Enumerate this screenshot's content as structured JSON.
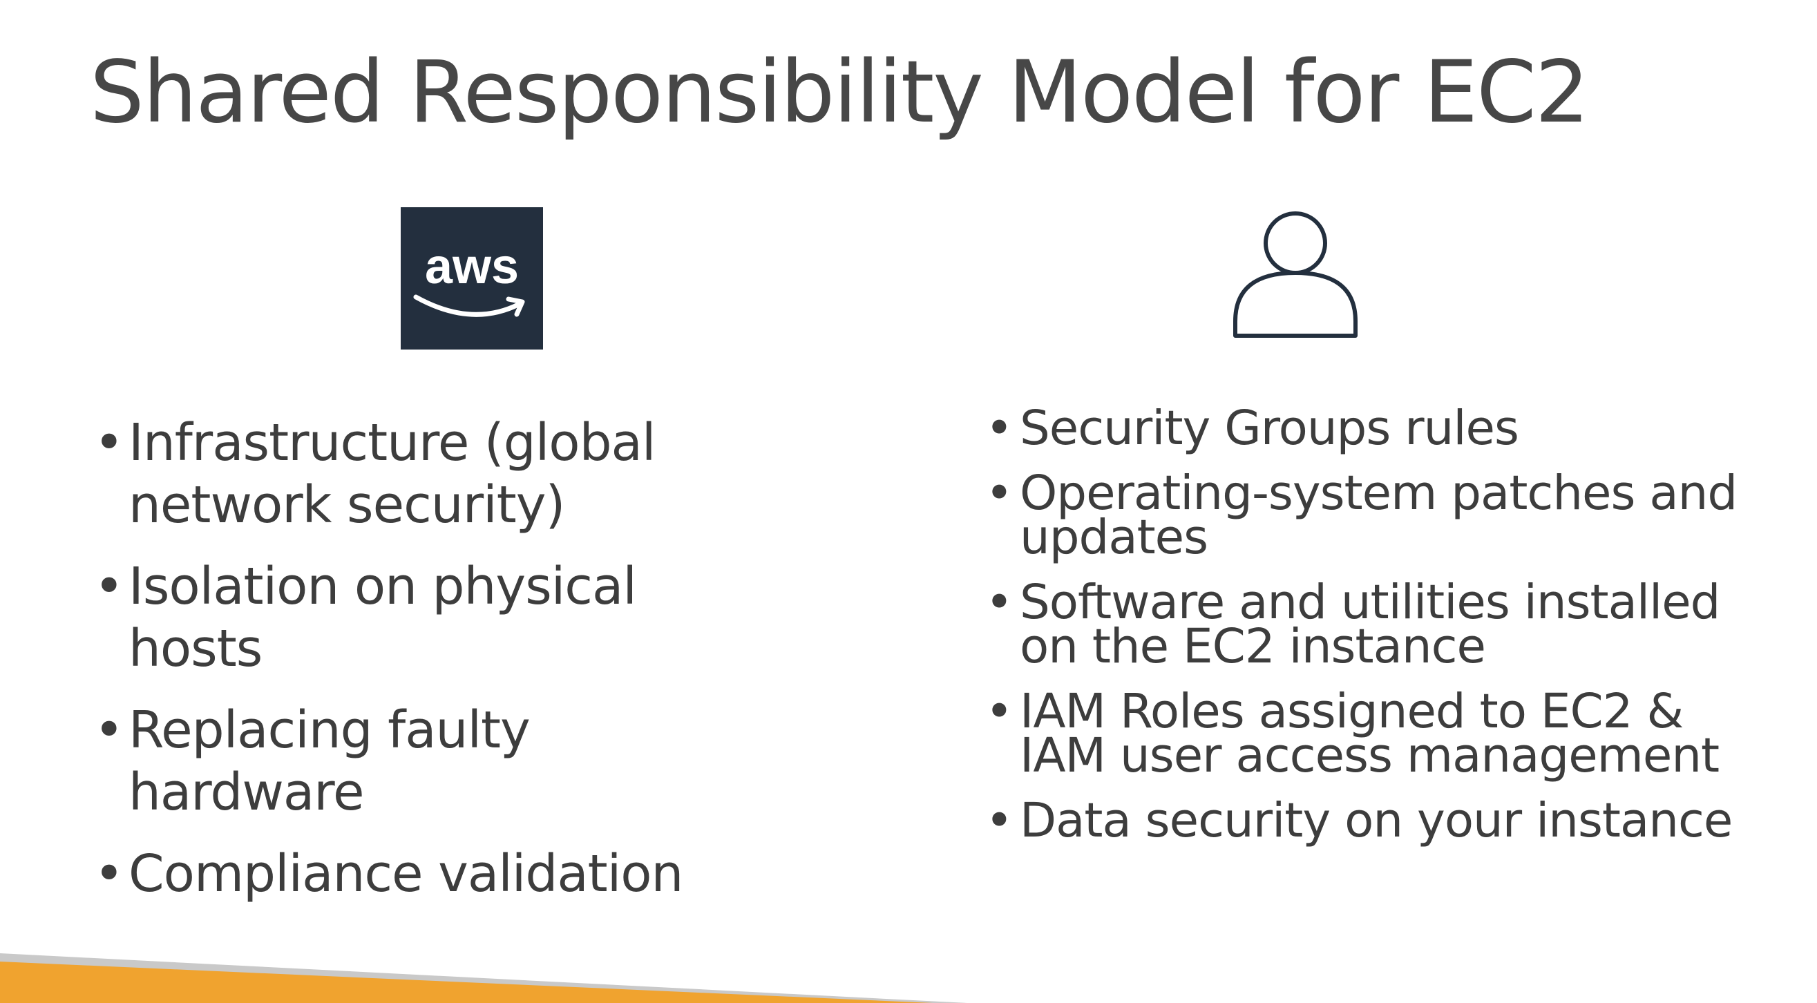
{
  "slide": {
    "title": "Shared Responsibility Model for EC2",
    "aws_logo_text": "aws",
    "left_items": [
      {
        "line1": "Infrastructure (global",
        "line2": "network security)"
      },
      {
        "line1": "Isolation on physical hosts",
        "line2": ""
      },
      {
        "line1": "Replacing faulty hardware",
        "line2": ""
      },
      {
        "line1": "Compliance validation",
        "line2": ""
      }
    ],
    "right_items": [
      {
        "line1": "Security Groups rules",
        "line2": ""
      },
      {
        "line1": "Operating-system patches and",
        "line2": "updates"
      },
      {
        "line1": "Software and utilities installed",
        "line2": "on the EC2 instance"
      },
      {
        "line1": "IAM Roles assigned to EC2 &",
        "line2": "IAM user access management"
      },
      {
        "line1": "Data security on your instance",
        "line2": ""
      }
    ],
    "bullet": "•"
  },
  "icons": {
    "aws": "aws-logo-icon",
    "user": "user-icon"
  },
  "colors": {
    "aws_background": "#232f3e",
    "accent_orange": "#f0a32f",
    "accent_gray": "#c9c9c9",
    "text": "#3d3d3d"
  }
}
